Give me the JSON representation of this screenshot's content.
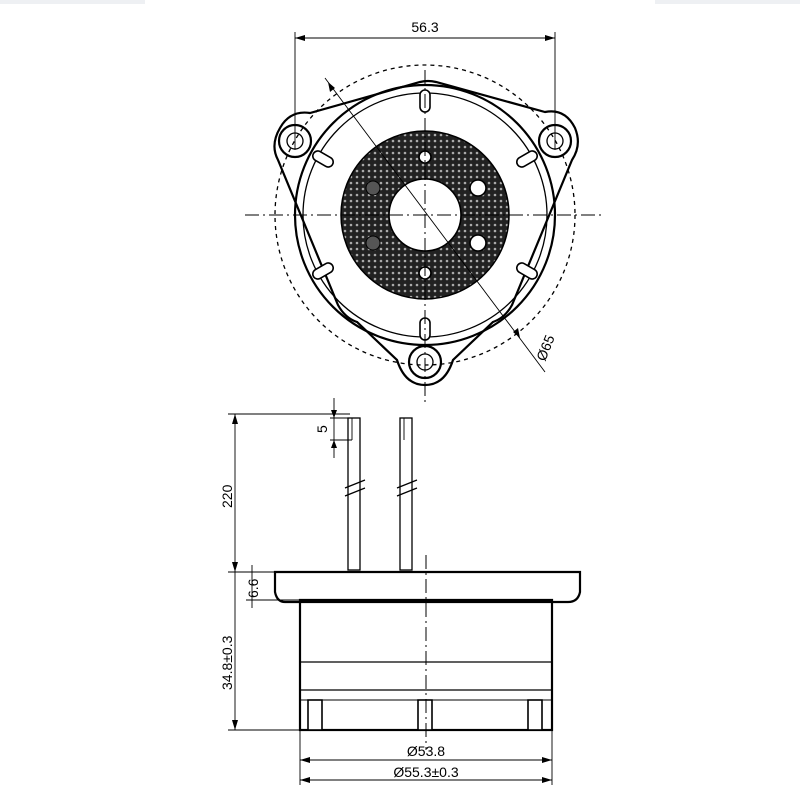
{
  "drawing": {
    "top_view": {
      "bolt_spacing_dim": "56.3",
      "circle_dia_dim": "Ø65"
    },
    "side_view": {
      "pin_tip_dim": "5",
      "pin_length_dim": "220",
      "flange_thickness_dim": "6.6",
      "body_height_dim": "34.8±0.3",
      "inner_dia_dim": "Ø53.8",
      "outer_dia_dim": "Ø55.3±0.3"
    }
  }
}
